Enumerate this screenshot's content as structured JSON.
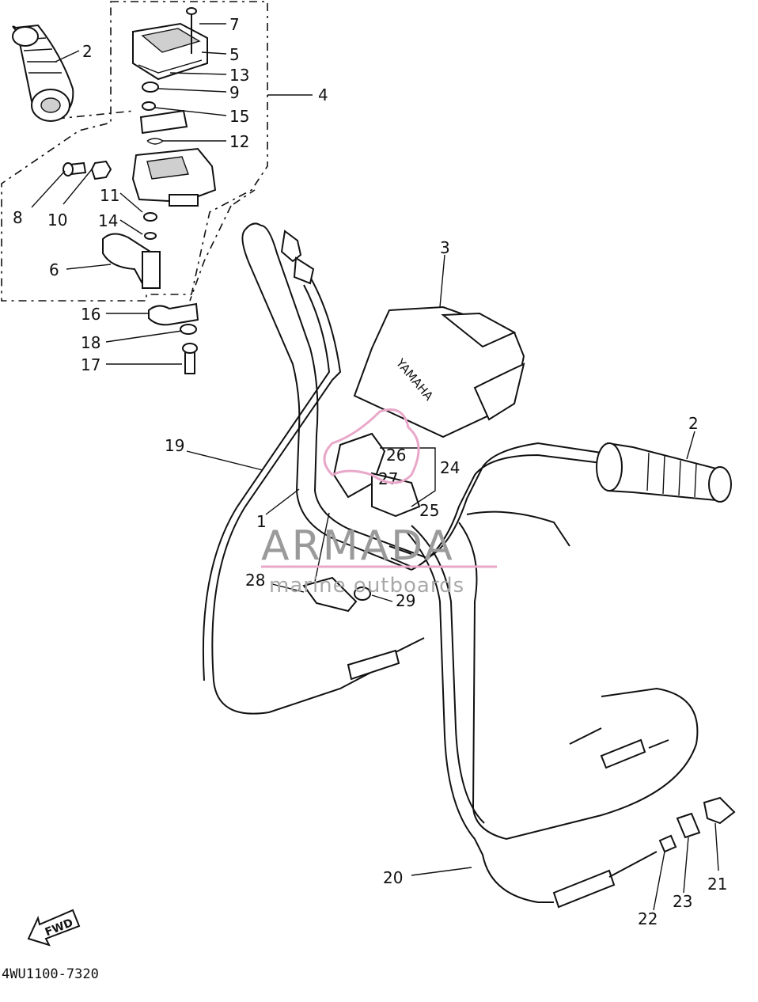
{
  "diagram": {
    "part_code": "4WU1100-7320",
    "brand_mark": "YAMAHA",
    "fwd_label": "FWD",
    "watermark": {
      "main": "ARMADA",
      "sub": "marine outboards",
      "accent_color": "#e9a7c9"
    },
    "callouts": {
      "c1": "1",
      "c2a": "2",
      "c2b": "2",
      "c3": "3",
      "c4": "4",
      "c5": "5",
      "c6": "6",
      "c7": "7",
      "c8": "8",
      "c9": "9",
      "c10": "10",
      "c11": "11",
      "c12": "12",
      "c13": "13",
      "c14": "14",
      "c15": "15",
      "c16": "16",
      "c17": "17",
      "c18": "18",
      "c19": "19",
      "c20": "20",
      "c21": "21",
      "c22": "22",
      "c23": "23",
      "c24": "24",
      "c25": "25",
      "c26": "26",
      "c27": "27",
      "c28": "28",
      "c29": "29"
    }
  }
}
